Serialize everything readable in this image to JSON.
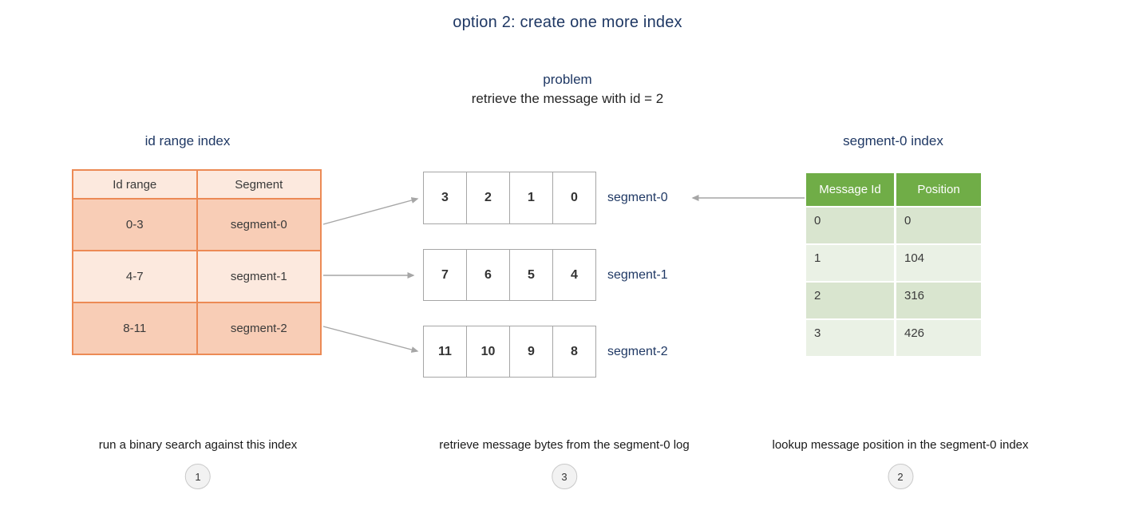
{
  "title": "option 2: create one more index",
  "problem": {
    "heading": "problem",
    "text": "retrieve the message with id = 2"
  },
  "id_range_index": {
    "heading": "id range index",
    "columns": [
      "Id range",
      "Segment"
    ],
    "rows": [
      [
        "0-3",
        "segment-0"
      ],
      [
        "4-7",
        "segment-1"
      ],
      [
        "8-11",
        "segment-2"
      ]
    ]
  },
  "segments": [
    {
      "label": "segment-0",
      "cells": [
        "3",
        "2",
        "1",
        "0"
      ]
    },
    {
      "label": "segment-1",
      "cells": [
        "7",
        "6",
        "5",
        "4"
      ]
    },
    {
      "label": "segment-2",
      "cells": [
        "11",
        "10",
        "9",
        "8"
      ]
    }
  ],
  "segment0_index": {
    "heading": "segment-0 index",
    "columns": [
      "Message Id",
      "Position"
    ],
    "rows": [
      [
        "0",
        "0"
      ],
      [
        "1",
        "104"
      ],
      [
        "2",
        "316"
      ],
      [
        "3",
        "426"
      ]
    ]
  },
  "steps": [
    {
      "number": "1",
      "caption": "run a binary search against this index"
    },
    {
      "number": "3",
      "caption": "retrieve message bytes from the segment-0 log"
    },
    {
      "number": "2",
      "caption": "lookup message position in the segment-0 index"
    }
  ],
  "colors": {
    "navy": "#1F3864",
    "orange-border": "#EC8A55",
    "peach-light": "#FCE9DE",
    "peach-dark": "#F8CDB6",
    "green": "#70AD47",
    "green-row-dark": "#D9E5CF",
    "green-row-light": "#EAF1E5",
    "line-gray": "#A6A6A6"
  }
}
